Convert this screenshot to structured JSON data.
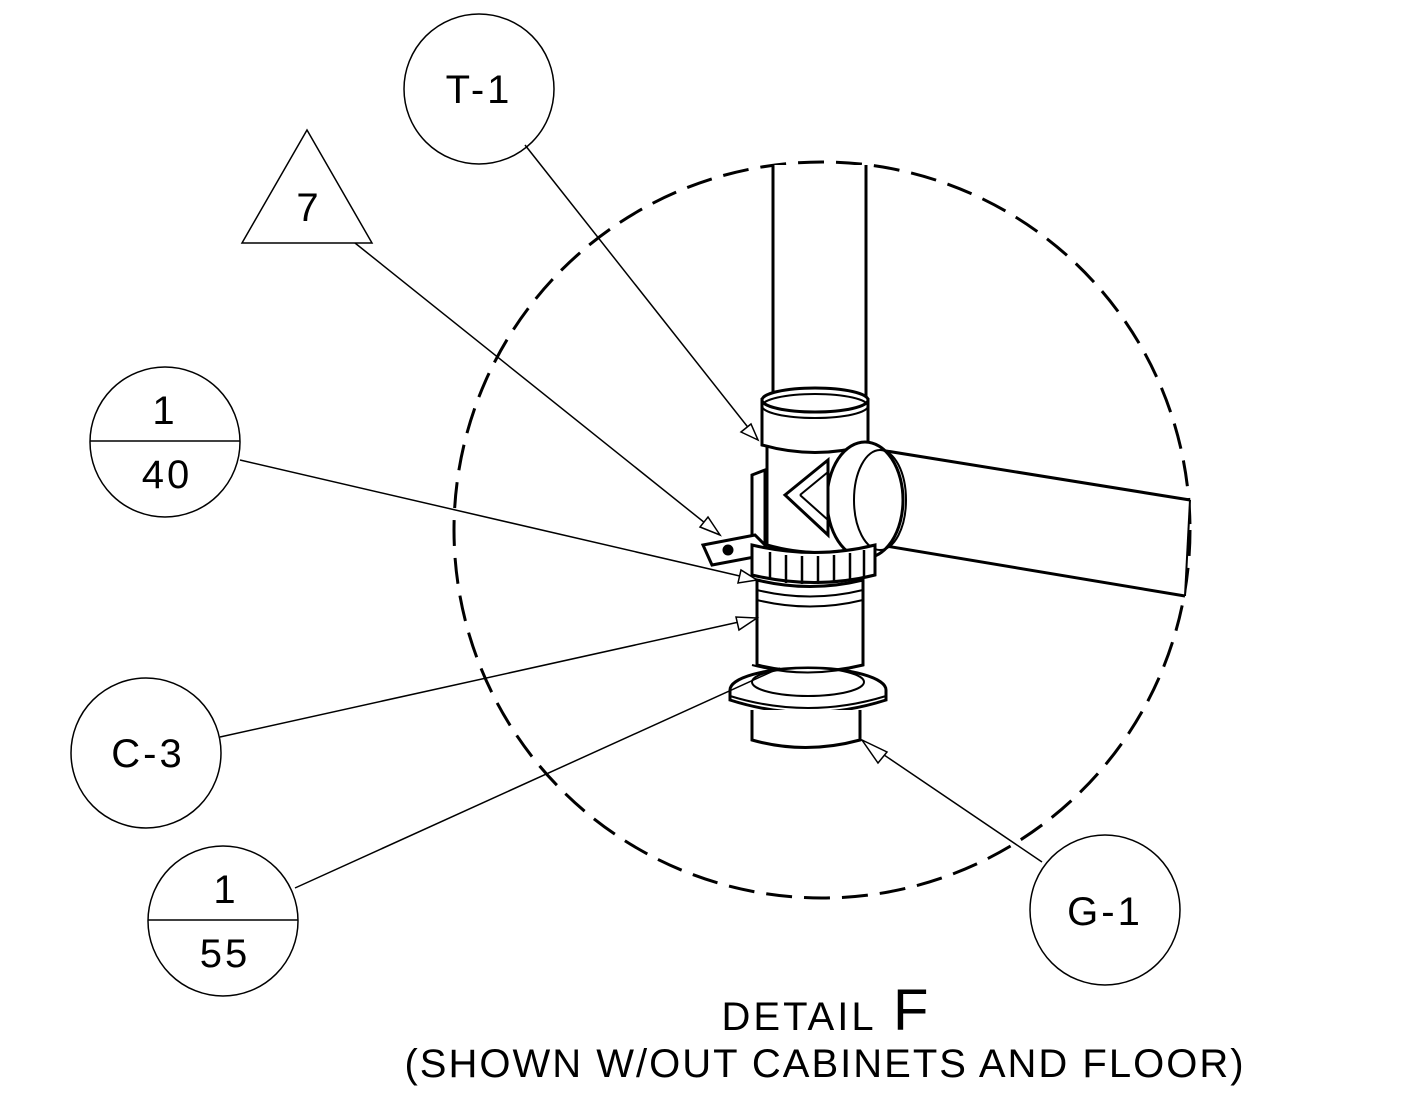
{
  "callouts": {
    "t1": "T-1",
    "tri": "7",
    "d1_top": "1",
    "d1_bottom": "40",
    "c3": "C-3",
    "d2_top": "1",
    "d2_bottom": "55",
    "g1": "G-1"
  },
  "title": {
    "detail_word": "DETAIL",
    "detail_letter": "F",
    "note": "(SHOWN W/OUT CABINETS AND FLOOR)"
  },
  "colors": {
    "ink": "#000000",
    "paper": "#ffffff"
  }
}
